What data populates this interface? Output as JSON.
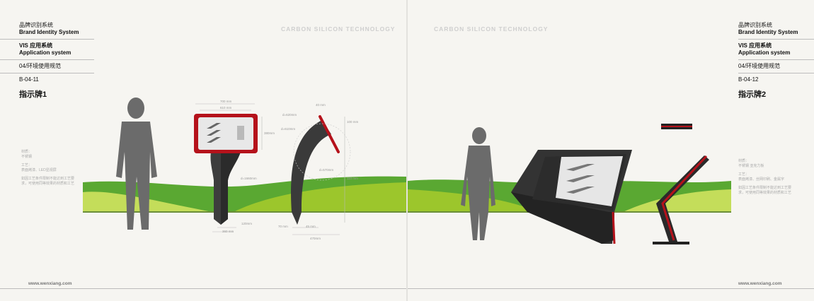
{
  "left": {
    "header": {
      "system_cn": "品牌识别系统",
      "system_en": "Brand Identity System",
      "vis_cn": "VIS 应用系统",
      "vis_en": "Application system",
      "section": "04/环境使用规范",
      "code": "B-04-11",
      "title": "指示牌1"
    },
    "brand": "CARBON SILICON TECHNOLOGY",
    "notes": {
      "material": "材质：",
      "material_val": "不锈钢",
      "process": "工艺：",
      "process_val": "表面烤漆、LED显视屏",
      "remark": "如因工艺条件限制不能达到工艺要求，可使用同等效果的材质和工艺"
    },
    "dims": {
      "w700": "700 mm",
      "w610": "610 mm",
      "h380": "380mm",
      "d1660": "d=1660mm",
      "w120": "120mm",
      "w360": "360 mm",
      "w40": "40 mm",
      "d620": "d=620mm",
      "d610": "d=610mm",
      "d570": "d=570mm",
      "h100": "100 mm",
      "h110": "110 mm",
      "w70": "70 mm",
      "w45": "45 mm",
      "w470": "470mm"
    },
    "url": "www.wenxiang.com"
  },
  "right": {
    "header": {
      "system_cn": "品牌识别系统",
      "system_en": "Brand Identity System",
      "vis_cn": "VIS 应用系统",
      "vis_en": "Application system",
      "section": "04/环境使用规范",
      "code": "B-04-12",
      "title": "指示牌2"
    },
    "brand": "CARBON SILICON TECHNOLOGY",
    "notes": {
      "material": "材质：",
      "material_val": "不锈钢 亚克力板",
      "process": "工艺：",
      "process_val": "表面烤漆、丝网印刷、金属字",
      "remark": "如因工艺条件限制不能达到工艺要求，可使用同等效果的材质和工艺"
    },
    "url": "www.wenxiang.com"
  },
  "colors": {
    "accent": "#b5121b",
    "sign": "#3a3a3a",
    "grass_dark": "#5aa832",
    "grass_light": "#c4dd5a"
  }
}
